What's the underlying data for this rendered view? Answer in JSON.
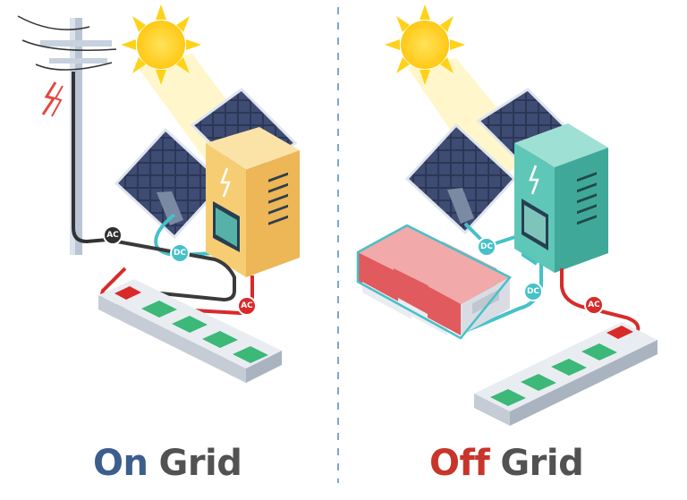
{
  "labels": {
    "left": {
      "word1": "On",
      "word2": "Grid"
    },
    "right": {
      "word1": "Off",
      "word2": "Grid"
    }
  },
  "badges": {
    "ac": "AC",
    "dc": "DC"
  },
  "colors": {
    "on_word": "#3b5e8e",
    "off_word": "#c8352b",
    "grid_word": "#525252",
    "sun": "#ffd21a",
    "inverter_on": "#f7cd73",
    "inverter_off": "#5fc7b7",
    "dc_cable": "#46c1c8",
    "ac_cable": "#d92a2a",
    "battery": "#e05a5e",
    "divider": "#7fa6c9"
  },
  "icons": [
    "sun-icon",
    "utility-pole-icon",
    "lightning-icon",
    "solar-panel-icon",
    "inverter-icon",
    "battery-icon",
    "power-strip-icon",
    "switch-icon",
    "outlet-icon"
  ]
}
